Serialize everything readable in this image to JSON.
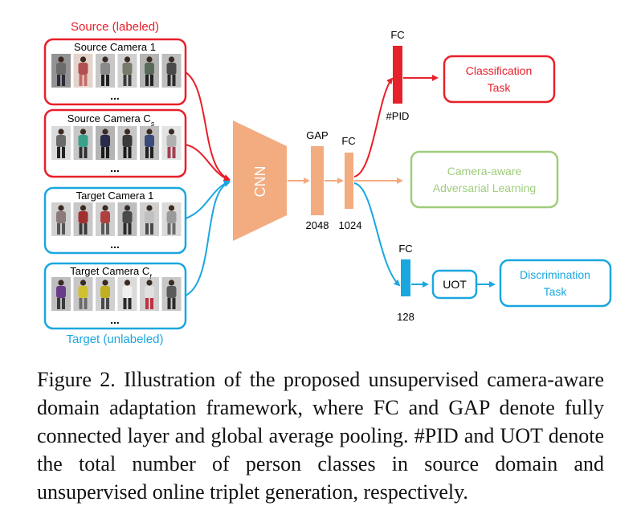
{
  "figure": {
    "source_group_label": "Source (labeled)",
    "target_group_label": "Target (unlabeled)",
    "cameras": [
      {
        "label": "Source Camera 1",
        "group": "source"
      },
      {
        "label": "Source Camera C",
        "subscript": "s",
        "group": "source"
      },
      {
        "label": "Target Camera 1",
        "group": "target"
      },
      {
        "label": "Target Camera C",
        "subscript": "t",
        "group": "target"
      }
    ],
    "ellipsis": "...",
    "cnn_label": "CNN",
    "gap_label": "GAP",
    "gap_dim": "2048",
    "fc_label": "FC",
    "fc_dim": "1024",
    "fc_top_label": "FC",
    "fc_top_dim": "#PID",
    "fc_bottom_label": "FC",
    "fc_bottom_dim": "128",
    "uot_label": "UOT",
    "tasks": {
      "classification": [
        "Classification",
        "Task"
      ],
      "adversarial": [
        "Camera-aware",
        "Adversarial Learning"
      ],
      "discrimination": [
        "Discrimination",
        "Task"
      ]
    },
    "colors": {
      "source": "#e8202a",
      "target": "#1aa7e0",
      "feature": "#f3ab80",
      "adversarial": "#9fcd7c"
    }
  },
  "caption": {
    "label": "Figure 2.",
    "text": "Illustration of the proposed unsupervised camera-aware domain adaptation framework, where FC and GAP denote fully connected layer and global average pooling. #PID and UOT denote the total number of person classes in source domain and unsupervised online triplet generation, respectively."
  }
}
